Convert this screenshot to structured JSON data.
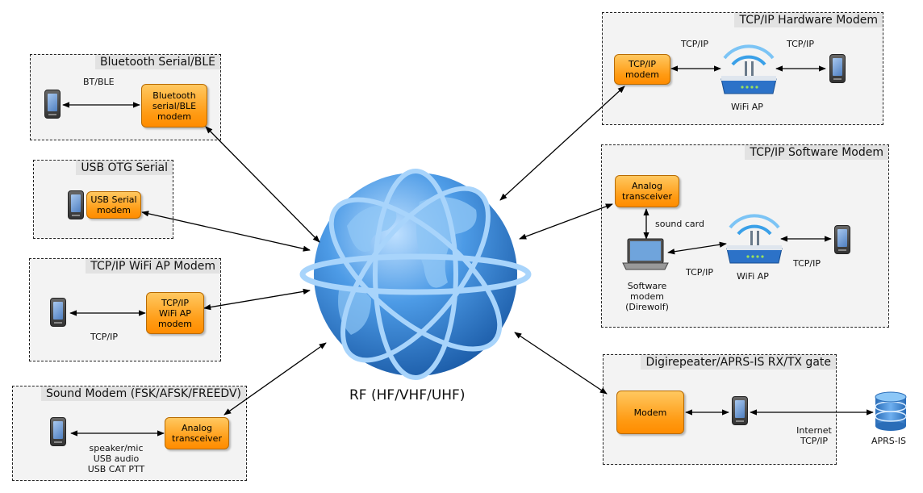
{
  "center": {
    "label": "RF (HF/VHF/UHF)"
  },
  "panels": {
    "bluetooth": {
      "title": "Bluetooth Serial/BLE",
      "link": "BT/BLE",
      "modem": [
        "Bluetooth",
        "serial/BLE",
        "modem"
      ]
    },
    "usb": {
      "title": "USB OTG Serial",
      "modem": [
        "USB Serial",
        "modem"
      ]
    },
    "wifi_ap": {
      "title": "TCP/IP WiFi AP Modem",
      "modem": [
        "TCP/IP",
        "WiFi AP",
        "modem"
      ],
      "link": "TCP/IP"
    },
    "sound": {
      "title": "Sound Modem (FSK/AFSK/FREEDV)",
      "transceiver": [
        "Analog",
        "transceiver"
      ],
      "link": [
        "speaker/mic",
        "USB audio",
        "USB CAT PTT"
      ]
    },
    "hw_modem": {
      "title": "TCP/IP Hardware Modem",
      "modem": [
        "TCP/IP",
        "modem"
      ],
      "link_left": "TCP/IP",
      "link_right": "TCP/IP",
      "ap_label": "WiFi AP"
    },
    "sw_modem": {
      "title": "TCP/IP Software Modem",
      "transceiver": [
        "Analog",
        "transceiver"
      ],
      "sound_card": "sound card",
      "software": [
        "Software",
        "modem",
        "(Direwolf)"
      ],
      "link_left": "TCP/IP",
      "link_right": "TCP/IP",
      "ap_label": "WiFi AP"
    },
    "digi": {
      "title": "Digirepeater/APRS-IS RX/TX gate",
      "modem": "Modem",
      "internet": [
        "Internet",
        "TCP/IP"
      ],
      "aprs": "APRS-IS"
    }
  },
  "colors": {
    "orange": "#ff9a12",
    "globe": "#2f7fd0",
    "wifi": "#3aa0e8"
  }
}
